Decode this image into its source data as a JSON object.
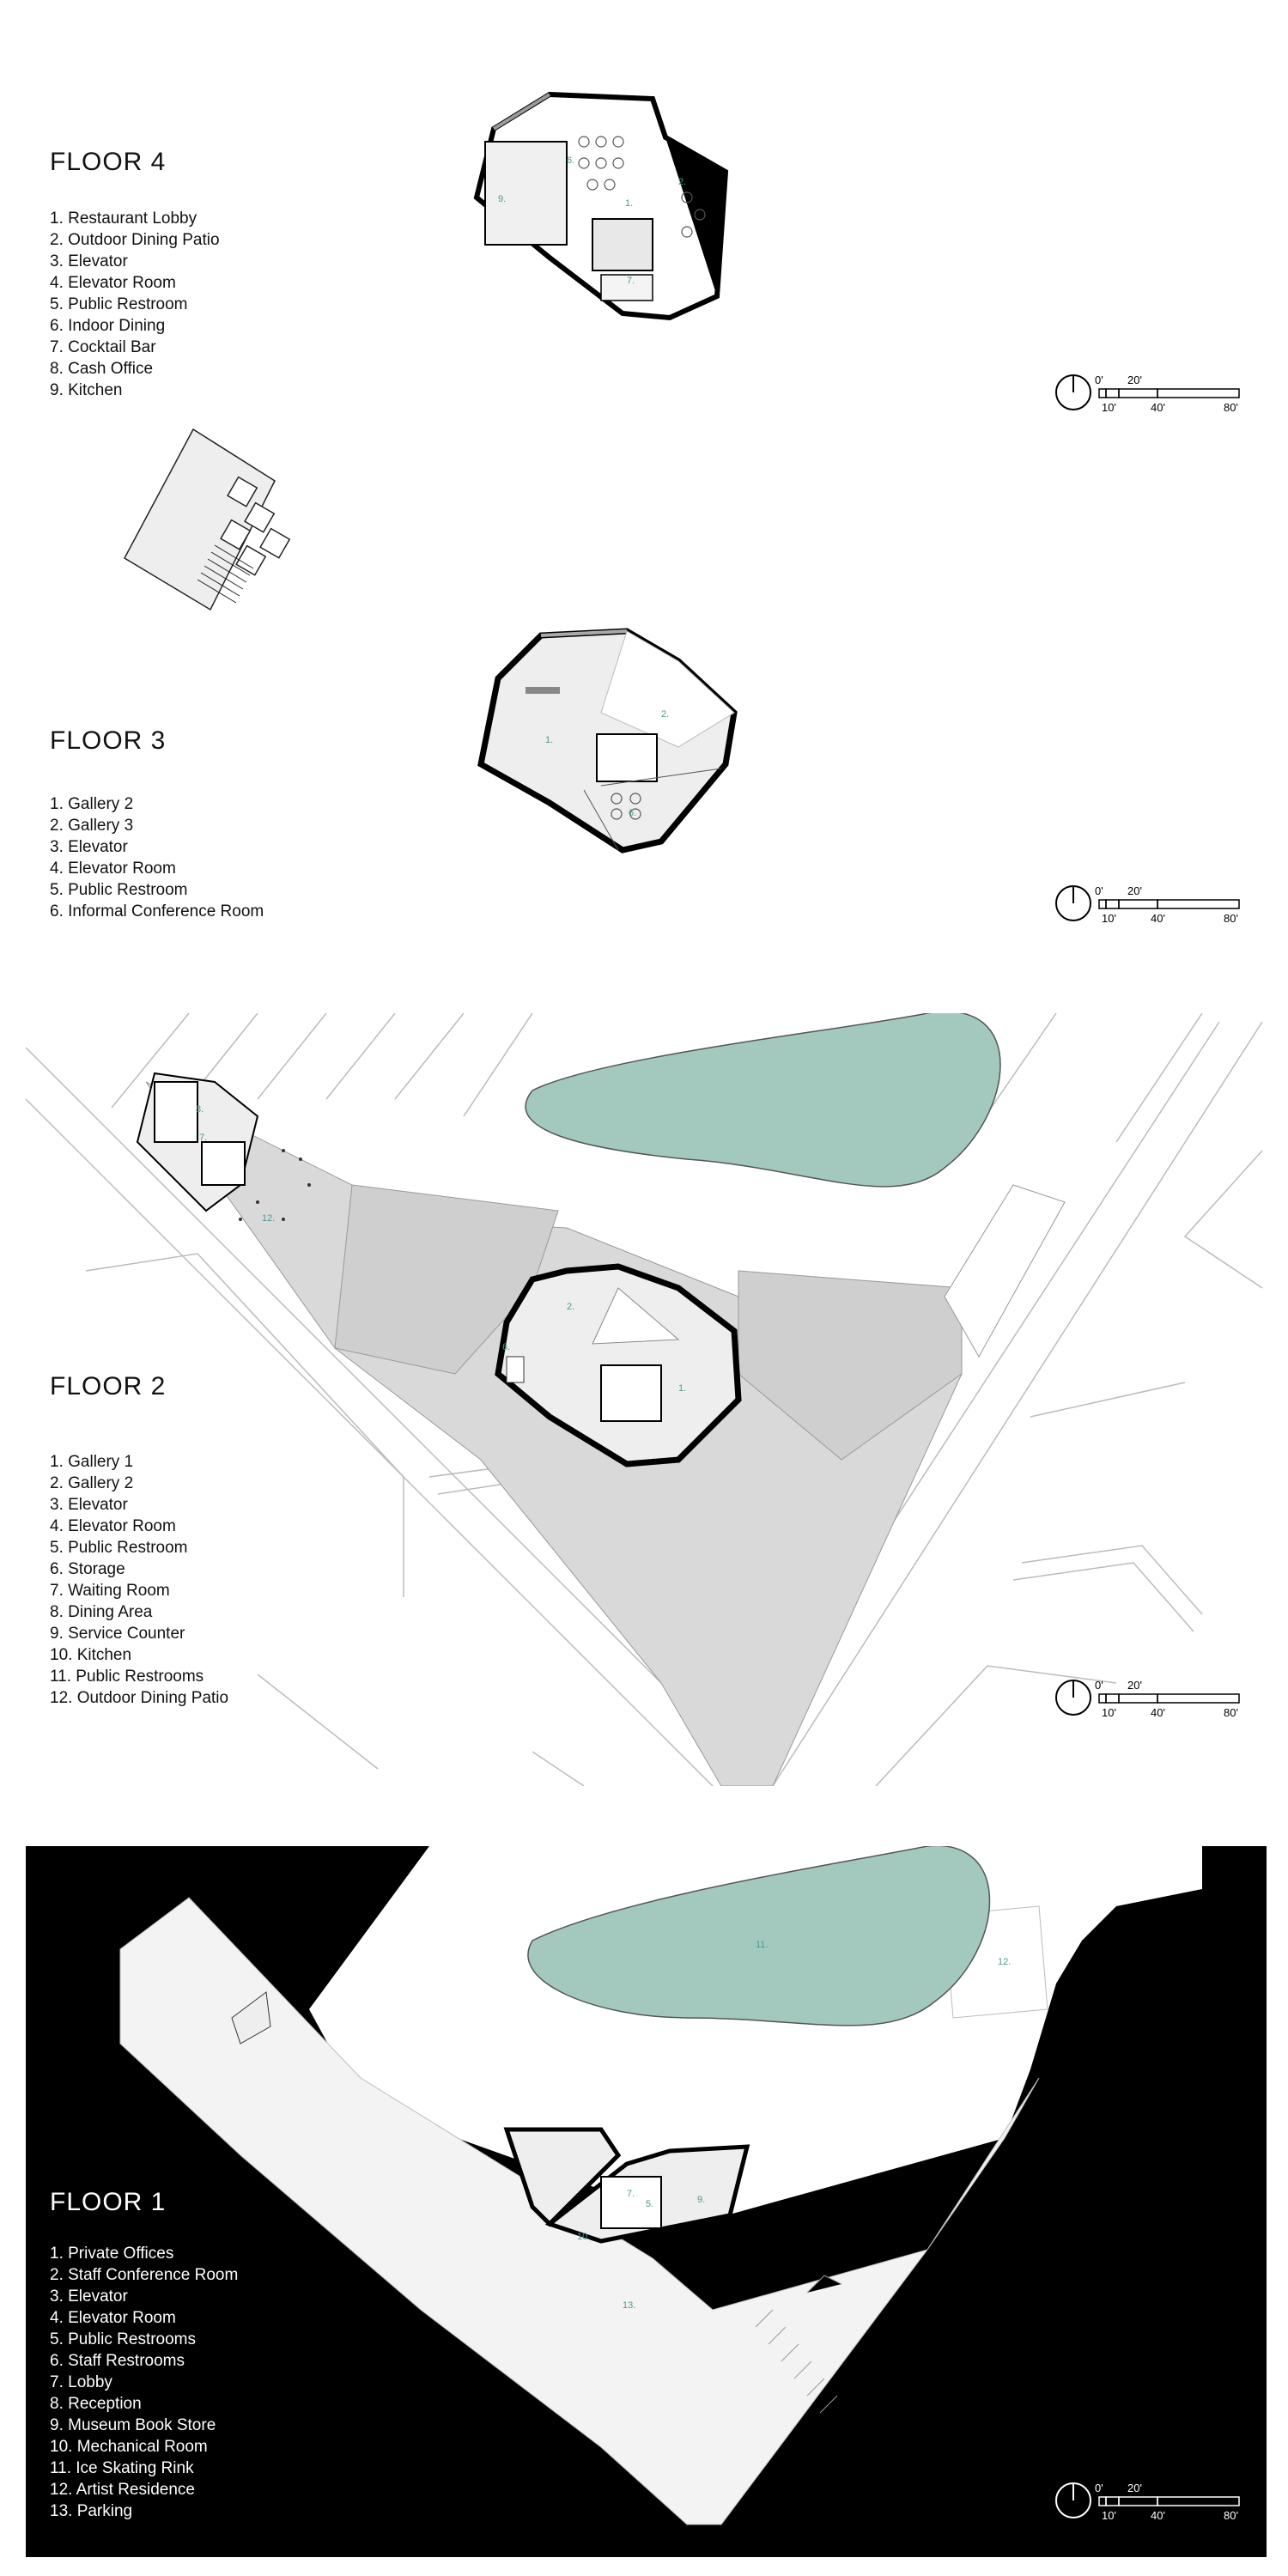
{
  "colors": {
    "teal_text": "#4a9a8e",
    "water": "#a3c9bf",
    "plaza": "#d9d9d9",
    "black": "#000000"
  },
  "scale_labels": [
    "0'",
    "20'",
    "10'",
    "40'",
    "80'"
  ],
  "floor4": {
    "title": "FLOOR 4",
    "items": [
      "1. Restaurant Lobby",
      "2. Outdoor Dining Patio",
      "3. Elevator",
      "4. Elevator Room",
      "5. Public Restroom",
      "6. Indoor Dining",
      "7. Cocktail Bar",
      "8. Cash Office",
      "9. Kitchen"
    ],
    "plan_labels": [
      "1.",
      "6.",
      "9.",
      "7.",
      "2."
    ]
  },
  "floor3": {
    "title": "FLOOR 3",
    "items": [
      "1. Gallery 2",
      "2. Gallery 3",
      "3. Elevator",
      "4. Elevator Room",
      "5. Public Restroom",
      "6. Informal Conference Room"
    ],
    "plan_labels": [
      "1.",
      "2.",
      "6."
    ]
  },
  "floor2": {
    "title": "FLOOR 2",
    "items": [
      "1. Gallery 1",
      "2. Gallery 2",
      "3. Elevator",
      "4. Elevator Room",
      "5. Public Restroom",
      "6. Storage",
      "7. Waiting Room",
      "8. Dining Area",
      "9. Service Counter",
      "10. Kitchen",
      "11. Public Restrooms",
      "12. Outdoor Dining Patio"
    ],
    "plan_labels": [
      "1.",
      "2.",
      "6.",
      "7.",
      "8.",
      "12."
    ]
  },
  "floor1": {
    "title": "FLOOR 1",
    "items": [
      "1. Private Offices",
      "2. Staff Conference Room",
      "3. Elevator",
      "4. Elevator Room",
      "5. Public Restrooms",
      "6. Staff Restrooms",
      "7. Lobby",
      "8. Reception",
      "9. Museum Book Store",
      "10. Mechanical Room",
      "11. Ice Skating Rink",
      "12. Artist Residence",
      "13. Parking"
    ],
    "plan_labels": [
      "11.",
      "12.",
      "13.",
      "7.",
      "9.",
      "10.",
      "5."
    ]
  }
}
